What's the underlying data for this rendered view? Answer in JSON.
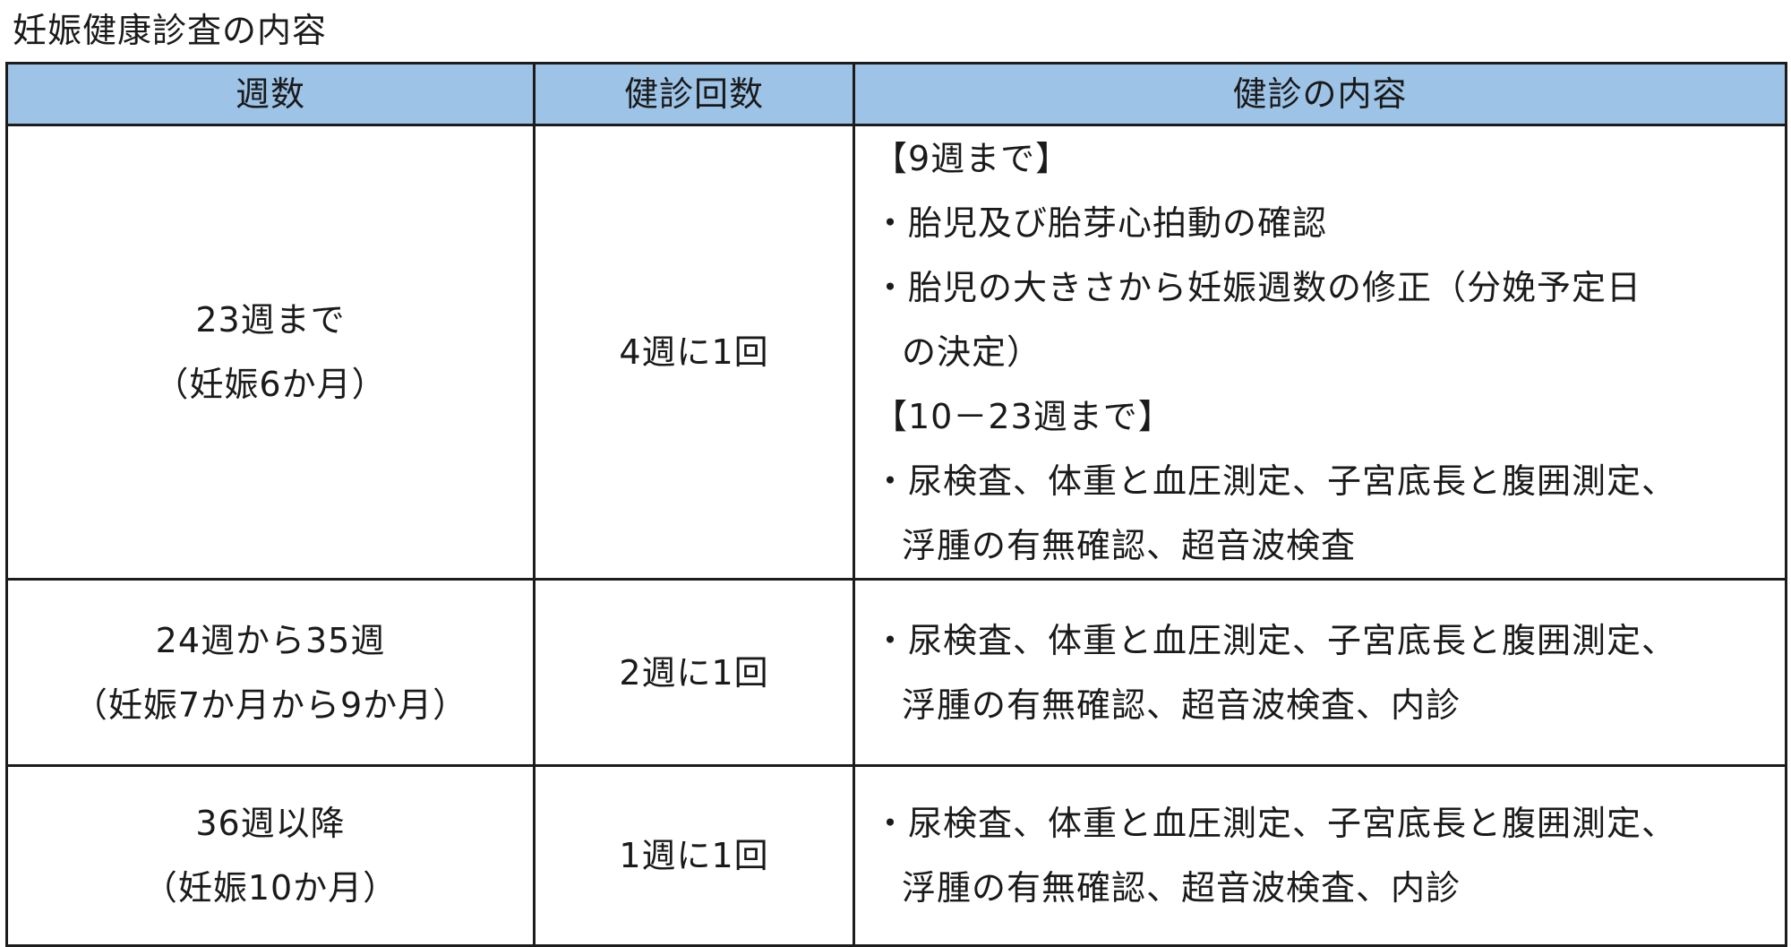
{
  "title": "妊娠健康診査の内容",
  "columns": {
    "weeks": "週数",
    "frequency": "健診回数",
    "content": "健診の内容"
  },
  "rows": [
    {
      "weeks": [
        "23週まで",
        "（妊娠6か月）"
      ],
      "frequency": "4週に1回",
      "content": [
        "【9週まで】",
        "・胎児及び胎芽心拍動の確認",
        "・胎児の大きさから妊娠週数の修正（分娩予定日",
        "の決定）",
        "【10－23週まで】",
        "・尿検査、体重と血圧測定、子宮底長と腹囲測定、",
        "浮腫の有無確認、超音波検査"
      ]
    },
    {
      "weeks": [
        "24週から35週",
        "（妊娠7か月から9か月）"
      ],
      "frequency": "2週に1回",
      "content": [
        "・尿検査、体重と血圧測定、子宮底長と腹囲測定、",
        "浮腫の有無確認、超音波検査、内診"
      ]
    },
    {
      "weeks": [
        "36週以降",
        "（妊娠10か月）"
      ],
      "frequency": "1週に1回",
      "content": [
        "・尿検査、体重と血圧測定、子宮底長と腹囲測定、",
        "浮腫の有無確認、超音波検査、内診"
      ]
    }
  ],
  "colors": {
    "header_background": "#9dc3e6",
    "border": "#1c1c1c",
    "text": "#1a1a1a"
  }
}
